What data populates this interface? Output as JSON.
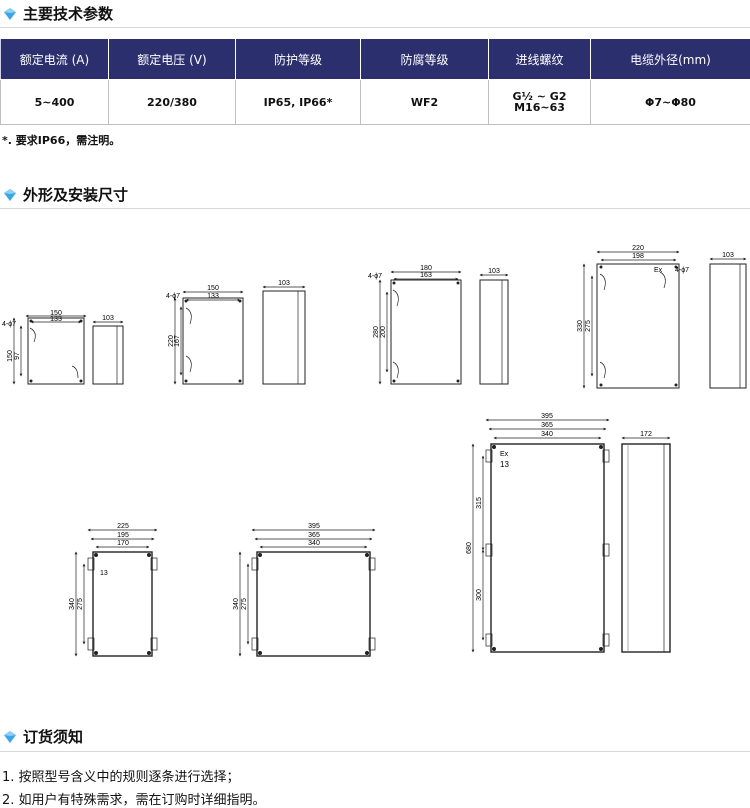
{
  "sections": {
    "params_title": "主要技术参数",
    "dims_title": "外形及安装尺寸",
    "order_title": "订货须知"
  },
  "table": {
    "headers": [
      "额定电流 (A)",
      "额定电压 (V)",
      "防护等级",
      "防腐等级",
      "进线螺纹",
      "电缆外径(mm)"
    ],
    "row": [
      "5~400",
      "220/380",
      "IP65, IP66*",
      "WF2",
      "G½ ~ G2",
      "Φ7~Φ80"
    ],
    "thread_line2": "M16~63"
  },
  "note": "*. 要求IP66，需注明。",
  "order_items": [
    "1. 按照型号含义中的规则逐条进行选择；",
    "2. 如用户有特殊需求，需在订购时详细指明。"
  ],
  "dims": {
    "hole_label": "4-ϕ7",
    "ex_label": "Ex",
    "box1": {
      "w_outer": "150",
      "w_inner": "133",
      "h_outer": "150",
      "h_inner": "97",
      "depth": "103"
    },
    "box2": {
      "w_outer": "150",
      "w_inner": "133",
      "h_outer": "220",
      "h_inner": "167",
      "depth": "103"
    },
    "box3": {
      "w_outer": "180",
      "w_inner": "163",
      "h_outer": "280",
      "h_inner": "200",
      "depth": "103"
    },
    "box4": {
      "w_outer": "220",
      "w_inner": "198",
      "h_outer": "330",
      "h_inner": "275",
      "depth": "103"
    },
    "box5": {
      "w1": "225",
      "w2": "195",
      "w3": "170",
      "h_outer": "340",
      "h_inner": "275",
      "small": "13"
    },
    "box6": {
      "w1": "395",
      "w2": "365",
      "w3": "340",
      "h_outer": "340",
      "h_inner": "275"
    },
    "box7": {
      "w1": "395",
      "w2": "365",
      "w3": "340",
      "h_total": "680",
      "h_upper": "315",
      "h_lower": "300",
      "small": "13",
      "depth": "172"
    }
  },
  "colors": {
    "header_bg": "#2c2f6e",
    "accent_gem": "#3aa6e8"
  }
}
